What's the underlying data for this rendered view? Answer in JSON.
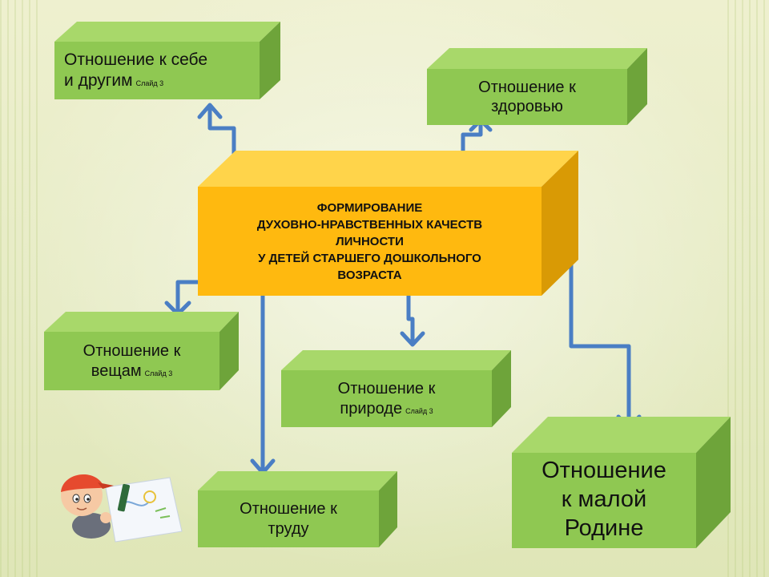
{
  "colors": {
    "green_front": "#8fc852",
    "green_top": "#a8d86a",
    "green_side": "#6ea43a",
    "orange_front": "#ffb90f",
    "orange_top": "#ffd44a",
    "orange_side": "#d99a05",
    "arrow": "#4a7ec4",
    "text": "#111111"
  },
  "center": {
    "lines": [
      "ФОРМИРОВАНИЕ",
      "ДУХОВНО-НРАВСТВЕННЫХ КАЧЕСТВ",
      "ЛИЧНОСТИ",
      "У ДЕТЕЙ СТАРШЕГО ДОШКОЛЬНОГО",
      "ВОЗРАСТА"
    ]
  },
  "boxes": {
    "self_others": {
      "line1": "Отношение к себе",
      "line2": "и другим",
      "note": "Слайд 3"
    },
    "health": {
      "line1": "Отношение к",
      "line2": "здоровью"
    },
    "things": {
      "line1": "Отношение к",
      "line2": "вещам",
      "note": "Слайд 3"
    },
    "nature": {
      "line1": "Отношение к",
      "line2": "природе",
      "note": "Слайд 3"
    },
    "labor": {
      "line1": "Отношение к",
      "line2": "труду"
    },
    "homeland": {
      "line1": "Отношение",
      "line2": "к малой",
      "line3": "Родине"
    }
  },
  "icons": {
    "decoration": "child-drawing-icon"
  }
}
